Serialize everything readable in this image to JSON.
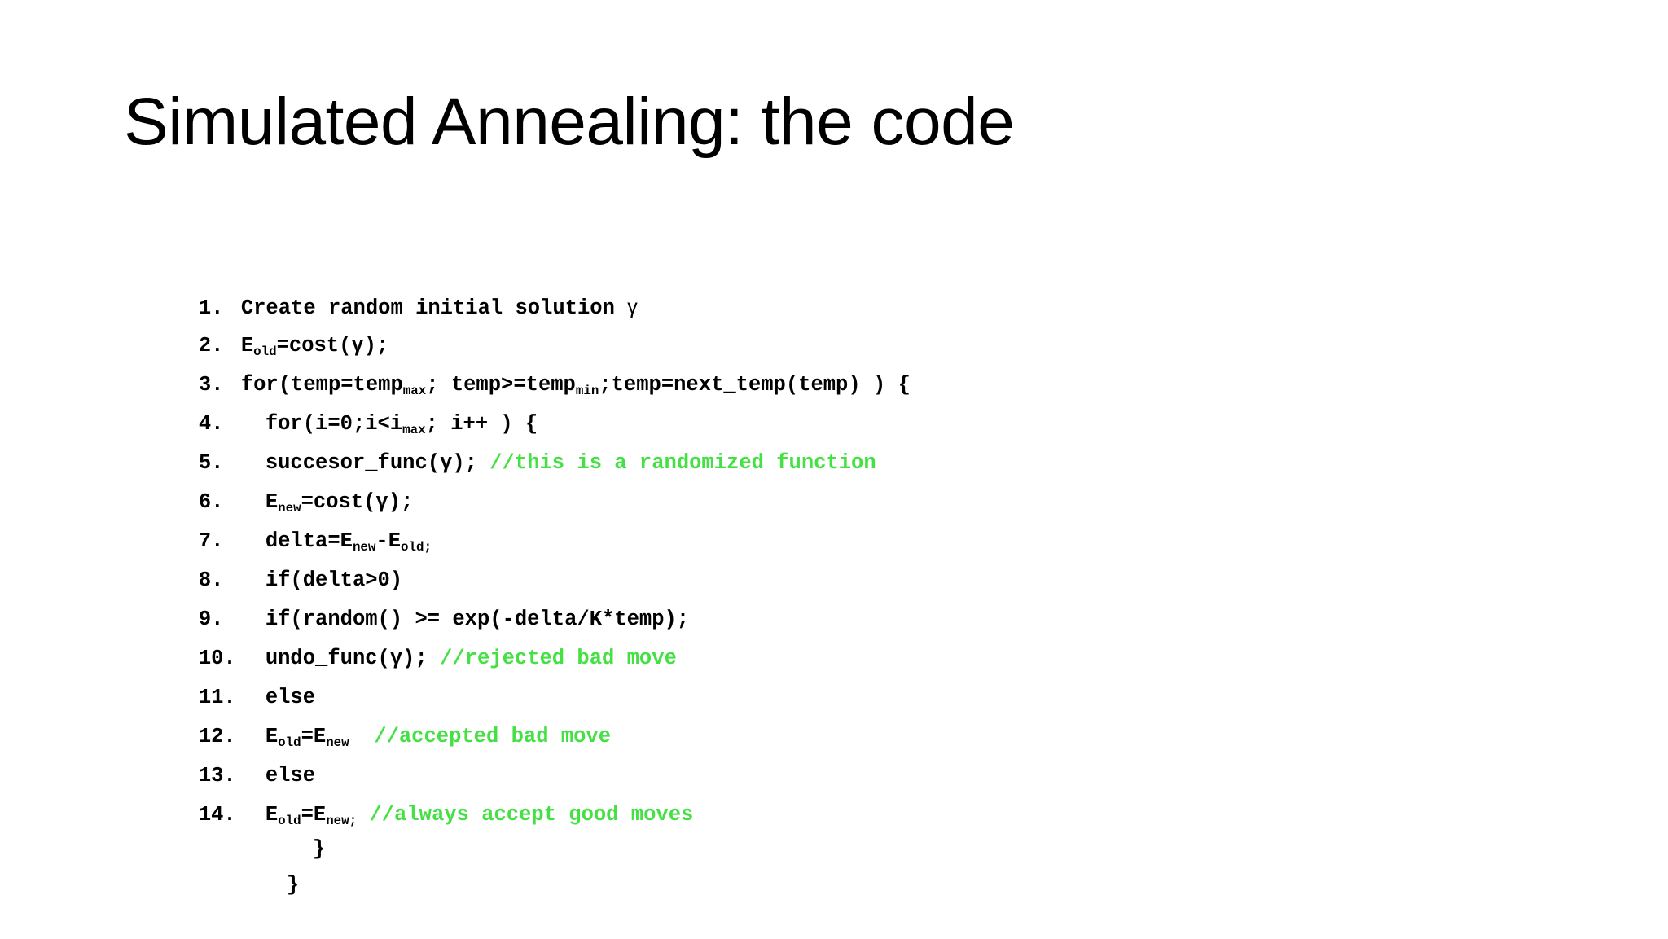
{
  "slide": {
    "title": "Simulated Annealing: the code",
    "background_color": "#ffffff",
    "text_color": "#000000",
    "comment_color": "#44e044"
  },
  "code": {
    "lines": [
      {
        "number": "1.",
        "indent": 0,
        "code": "Create random initial solution ",
        "var_sym": "γ",
        "comment": ""
      },
      {
        "number": "2.",
        "indent": 0,
        "code": "E",
        "sub": "old",
        "code_after": "=cost(γ);",
        "comment": ""
      },
      {
        "number": "3.",
        "indent": 0,
        "code": "for(temp=temp",
        "sub": "max",
        "code_after": "; temp>=temp",
        "sub2": "min",
        "code_after2": ";temp=next_temp(temp) ) {",
        "comment": ""
      },
      {
        "number": "4.",
        "indent": 1,
        "code": "for(i=0;i<i",
        "sub": "max",
        "code_after": "; i++ ) {",
        "comment": ""
      },
      {
        "number": "5.",
        "indent": 1,
        "code": "succesor_func(γ); ",
        "comment": "//this is a randomized function"
      },
      {
        "number": "6.",
        "indent": 1,
        "code": "E",
        "sub": "new",
        "code_after": "=cost(γ);",
        "comment": ""
      },
      {
        "number": "7.",
        "indent": 1,
        "code": "delta=E",
        "sub": "new",
        "code_after": "-E",
        "sub2": "old;",
        "code_after2": "",
        "comment": ""
      },
      {
        "number": "8.",
        "indent": 1,
        "code": "if(delta>0)",
        "comment": ""
      },
      {
        "number": "9.",
        "indent": 1,
        "code": "if(random() >= exp(-delta/K*temp);",
        "comment": ""
      },
      {
        "number": "10.",
        "indent": 1,
        "code": "undo_func(γ); ",
        "comment": "//rejected bad move"
      },
      {
        "number": "11.",
        "indent": 1,
        "code": "else",
        "comment": ""
      },
      {
        "number": "12.",
        "indent": 1,
        "code": "E",
        "sub": "old",
        "code_after": "=E",
        "sub2": "new",
        "code_after2": "  ",
        "comment": "//accepted bad move"
      },
      {
        "number": "13.",
        "indent": 1,
        "code": "else",
        "comment": ""
      },
      {
        "number": "14.",
        "indent": 1,
        "code": "E",
        "sub": "old",
        "code_after": "=E",
        "sub2": "new;",
        "code_after2": " ",
        "comment": "//always accept good moves"
      }
    ],
    "closing_braces": [
      {
        "indent": 3,
        "text": "}"
      },
      {
        "indent": 2,
        "text": "}"
      }
    ]
  }
}
